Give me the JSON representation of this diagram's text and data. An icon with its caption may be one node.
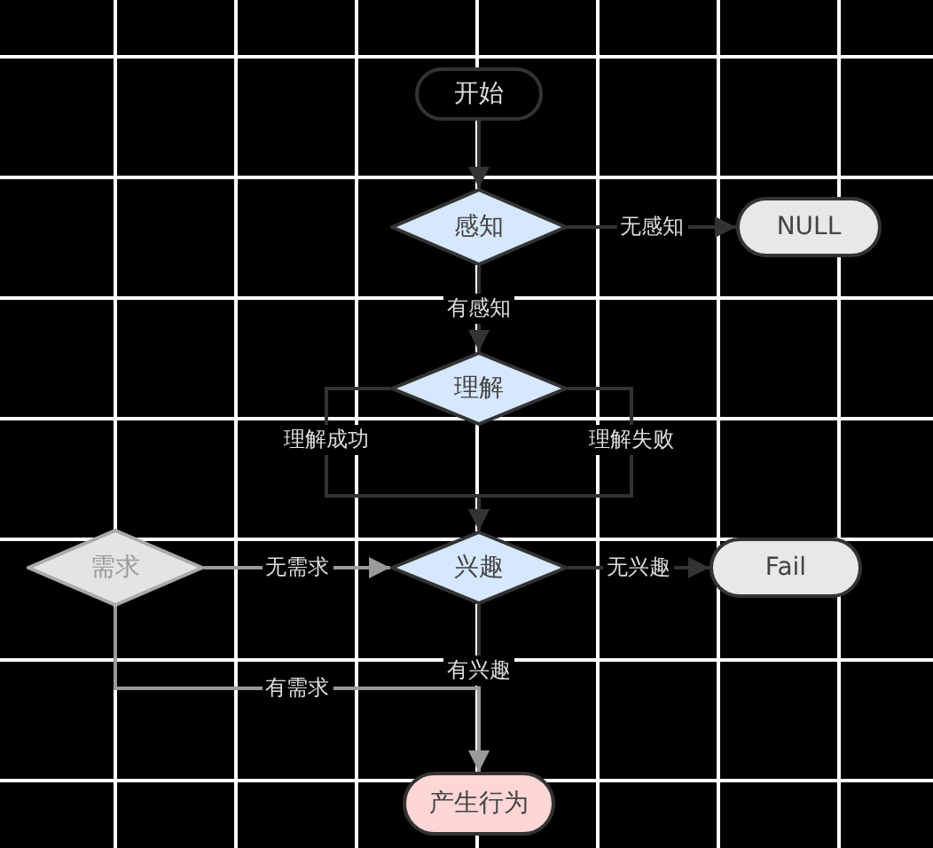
{
  "diagram": {
    "nodes": [
      {
        "text": [
          "开始"
        ]
      },
      {
        "text": [
          "感知"
        ]
      },
      {
        "text": [
          "NULL"
        ]
      },
      {
        "text": [
          "理解"
        ]
      },
      {
        "text": [
          "需求"
        ]
      },
      {
        "text": [
          "兴趣"
        ]
      },
      {
        "text": [
          "Fail"
        ]
      },
      {
        "text": [
          "产生行为"
        ]
      }
    ],
    "edges": [
      {
        "from": 0,
        "to": 1,
        "arrow": "to"
      },
      {
        "from": 1,
        "to": 2,
        "arrow": "to",
        "label": "无感知"
      },
      {
        "from": 1,
        "to": 3,
        "arrow": "to",
        "label": "有感知"
      },
      {
        "from": 3,
        "to": 5,
        "arrow": "to",
        "label": "理解成功"
      },
      {
        "from": 3,
        "to": 5,
        "arrow": "to",
        "label": "理解失败"
      },
      {
        "from": 4,
        "to": 5,
        "arrow": "to",
        "label": "无需求",
        "color": "#9a9a9a"
      },
      {
        "from": 5,
        "to": 6,
        "arrow": "to",
        "label": "无兴趣"
      },
      {
        "from": 5,
        "to": 7,
        "arrow": "to",
        "label": "有兴趣"
      },
      {
        "from": 4,
        "to": 7,
        "arrow": "to",
        "label": "有需求",
        "color": "#9a9a9a"
      }
    ]
  }
}
